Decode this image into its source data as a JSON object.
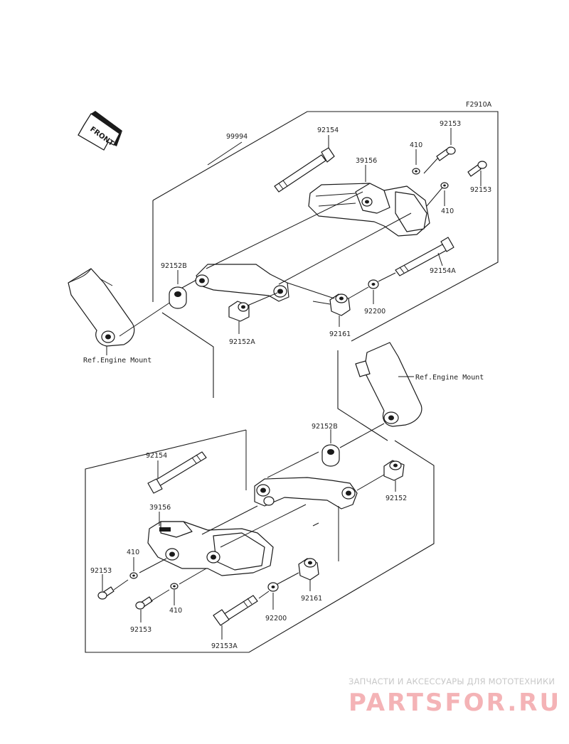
{
  "figure_code": "F2910A",
  "front_label": "FRONT",
  "ref_labels": {
    "upper": "Ref.Engine Mount",
    "lower": "Ref.Engine Mount"
  },
  "upper_parts": {
    "kit": "99994",
    "bolt_top": "92154",
    "washer_a": "410",
    "screw_a": "92153",
    "slider": "39156",
    "screw_b": "92153",
    "washer_b": "410",
    "bolt_long": "92154A",
    "collar_b": "92152B",
    "collar_a": "92152A",
    "washer_200": "92200",
    "damper": "92161"
  },
  "lower_parts": {
    "collar_b": "92152B",
    "bolt": "92154",
    "collar": "92152",
    "slider": "39156",
    "washer_a": "410",
    "screw_a": "92153",
    "washer_b": "410",
    "screw_b": "92153",
    "damper": "92161",
    "washer_200": "92200",
    "bolt_a": "92153A"
  },
  "watermark": {
    "top": "ЗАПЧАСТИ И АКСЕССУАРЫ ДЛЯ МОТОТЕХНИКИ",
    "brand": "PARTSFOR.RU"
  },
  "colors": {
    "ink": "#1a1a1a",
    "watermark_brand": "#f4b3b6",
    "watermark_text": "#c8c8c8"
  }
}
